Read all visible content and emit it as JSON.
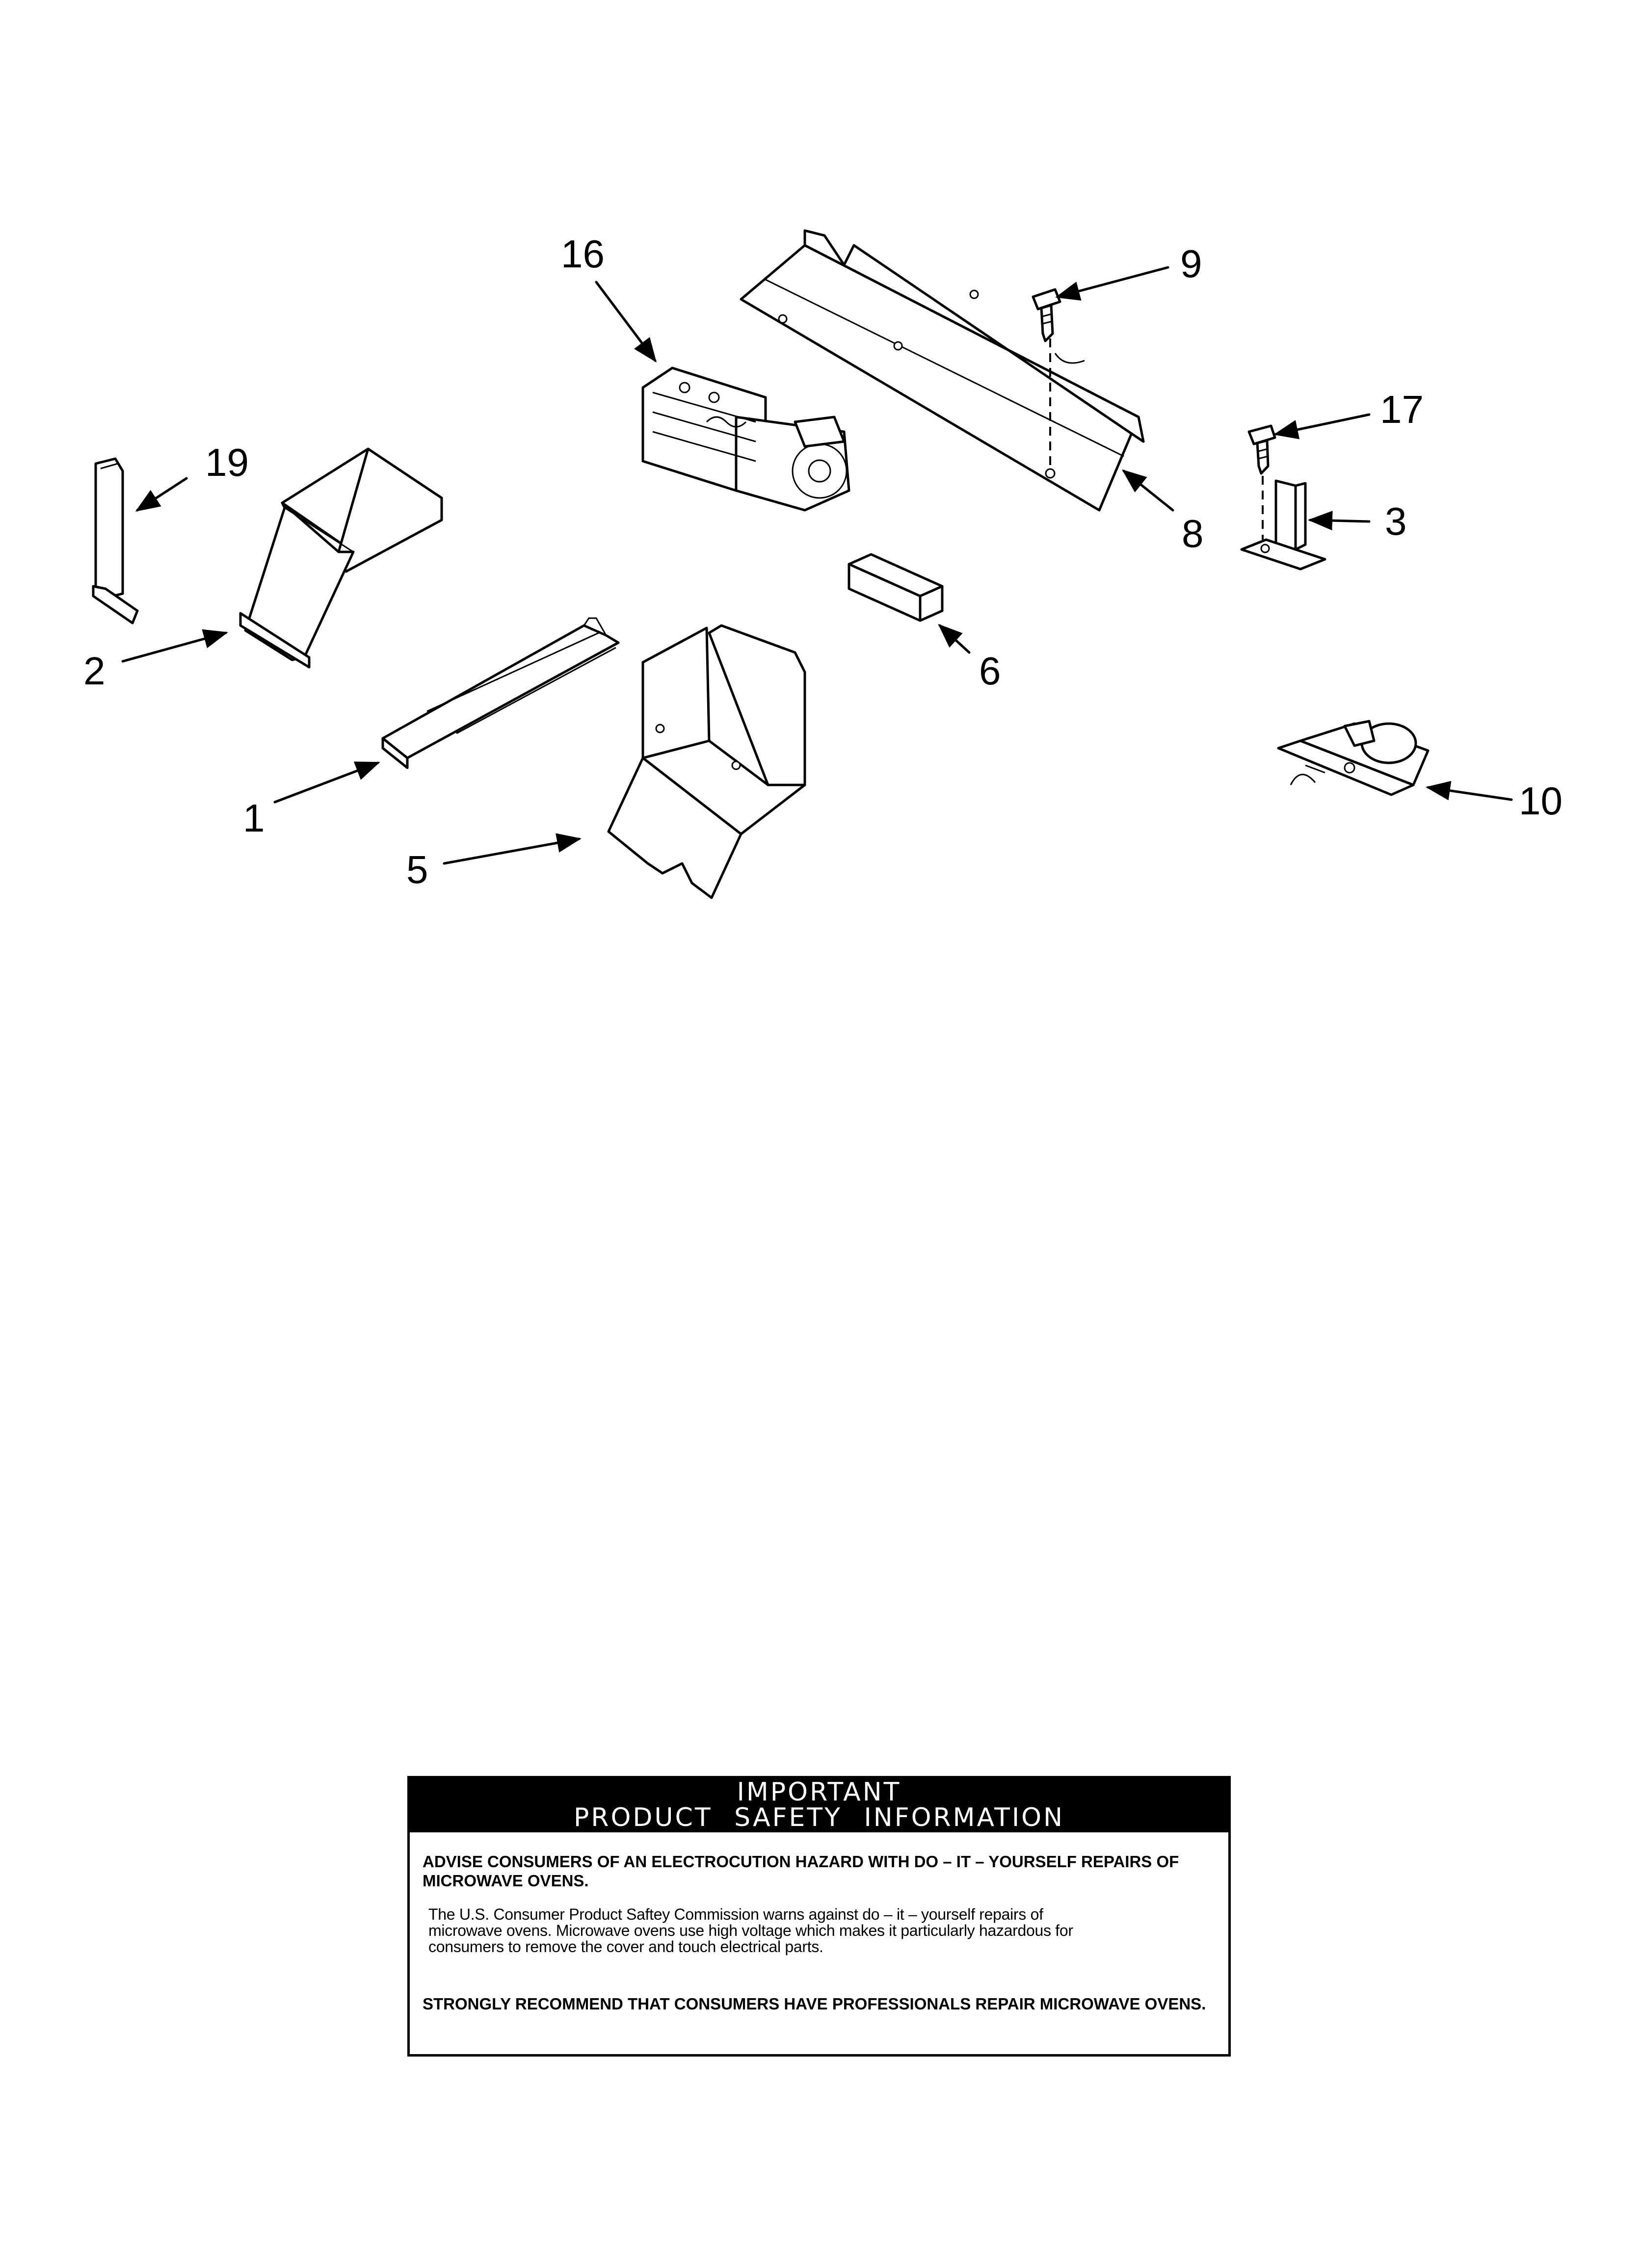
{
  "callouts": {
    "c16": "16",
    "c9": "9",
    "c17": "17",
    "c19": "19",
    "c3": "3",
    "c8": "8",
    "c2": "2",
    "c6": "6",
    "c1": "1",
    "c10": "10",
    "c5": "5"
  },
  "safety": {
    "title_line1": "IMPORTANT",
    "title_line2": "PRODUCT  SAFETY  INFORMATION",
    "warning": "ADVISE CONSUMERS OF AN ELECTROCUTION HAZARD WITH DO – IT – YOURSELF REPAIRS OF MICROWAVE OVENS.",
    "paragraph_line1": "The U.S. Consumer Product Saftey Commission warns against do – it – yourself repairs of",
    "paragraph_line2": "microwave ovens. Microwave ovens use high voltage which makes it particularly hazardous for",
    "paragraph_line3": "consumers to remove the cover and touch electrical parts.",
    "recommend": "STRONGLY RECOMMEND THAT CONSUMERS HAVE PROFESSIONALS REPAIR MICROWAVE OVENS."
  }
}
